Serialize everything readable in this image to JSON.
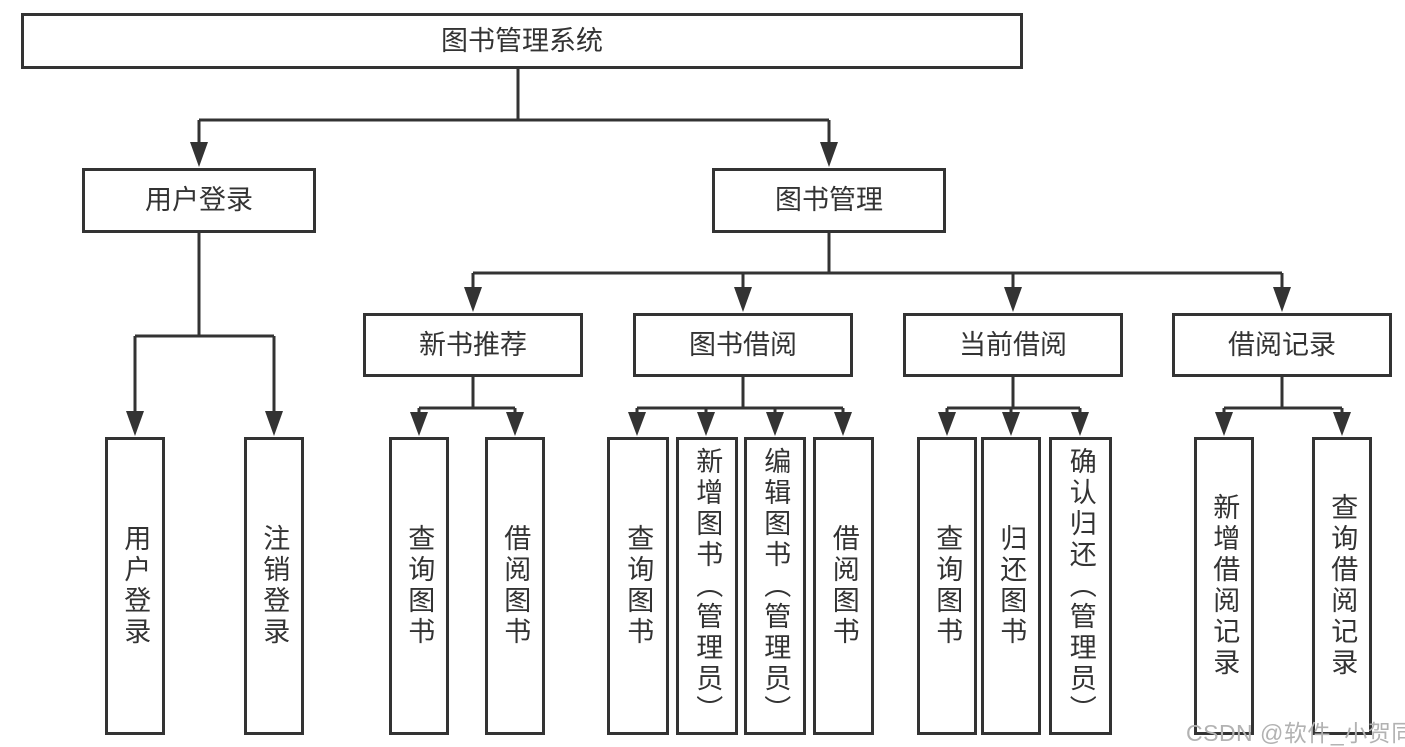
{
  "diagram": {
    "root": {
      "label": "图书管理系统"
    },
    "branches": {
      "user_login": {
        "label": "用户登录",
        "children": [
          "用户登录",
          "注销登录"
        ]
      },
      "book_mgmt": {
        "label": "图书管理",
        "sections": [
          {
            "label": "新书推荐",
            "children": [
              "查询图书",
              "借阅图书"
            ]
          },
          {
            "label": "图书借阅",
            "children": [
              "查询图书",
              "新增图书（管理员）",
              "编辑图书（管理员）",
              "借阅图书"
            ]
          },
          {
            "label": "当前借阅",
            "children": [
              "查询图书",
              "归还图书",
              "确认归还（管理员）"
            ]
          },
          {
            "label": "借阅记录",
            "children": [
              "新增借阅记录",
              "查询借阅记录"
            ]
          }
        ]
      }
    }
  },
  "colors": {
    "line": "#333333",
    "text": "#333333",
    "watermark": "#b2b2b2"
  },
  "watermark": {
    "text": "CSDN @软件_小贺同学"
  }
}
